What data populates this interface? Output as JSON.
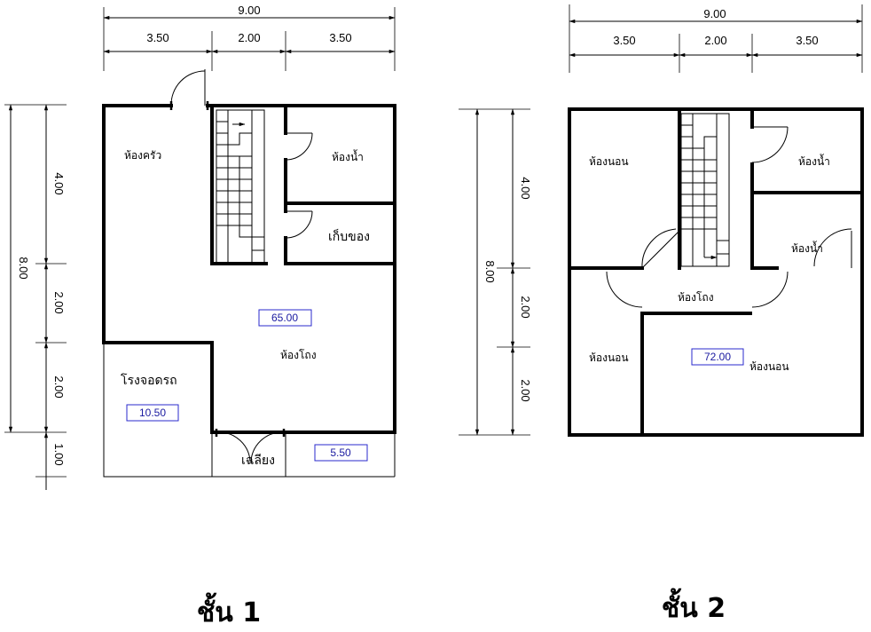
{
  "floors": [
    {
      "title": "ชั้น 1",
      "total_width": "9.00",
      "segments": [
        "3.50",
        "2.00",
        "3.50"
      ],
      "total_depth": "8.00",
      "depth_segments": [
        "4.00",
        "2.00",
        "2.00",
        "1.00"
      ],
      "rooms": {
        "kitchen": "ห้องครัว",
        "bathroom": "ห้องน้ำ",
        "storage": "เก็บของ",
        "living": "ห้องโถง",
        "garage": "โรงจอดรถ",
        "porch": "เฉลียง"
      },
      "areas": {
        "main": "65.00",
        "garage": "10.50",
        "porch": "5.50"
      }
    },
    {
      "title": "ชั้น 2",
      "total_width": "9.00",
      "segments": [
        "3.50",
        "2.00",
        "3.50"
      ],
      "total_depth": "8.00",
      "depth_segments": [
        "4.00",
        "2.00",
        "2.00"
      ],
      "rooms": {
        "bedroom_nw": "ห้องนอน",
        "bathroom_ne": "ห้องน้ำ",
        "bathroom_e": "ห้องน้ำ",
        "hall": "ห้องโถง",
        "bedroom_sw": "ห้องนอน",
        "bedroom_se": "ห้องนอน"
      },
      "areas": {
        "main": "72.00"
      }
    }
  ]
}
